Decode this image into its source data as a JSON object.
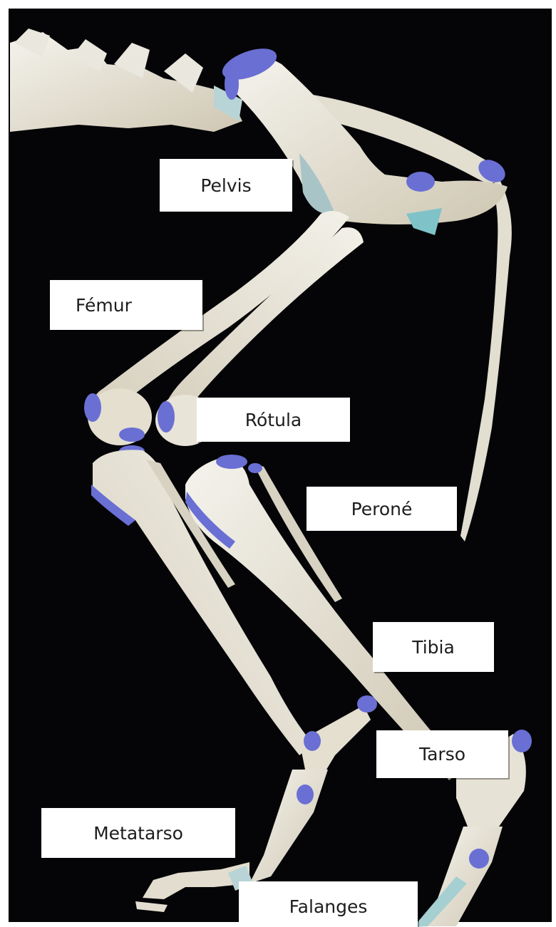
{
  "colors": {
    "background": "#050507",
    "bone": "#ecebe3",
    "bone_shade": "#cfc7b3",
    "cartilage": "#6a6fd4",
    "label_bg": "#ffffff",
    "label_text": "#1d1d1f"
  },
  "labels": {
    "pelvis": "Pelvis",
    "femur": "Fémur",
    "rotula": "Rótula",
    "perone": "Peroné",
    "tibia": "Tibia",
    "tarso": "Tarso",
    "metatarso": "Metatarso",
    "falanges": "Falanges"
  }
}
